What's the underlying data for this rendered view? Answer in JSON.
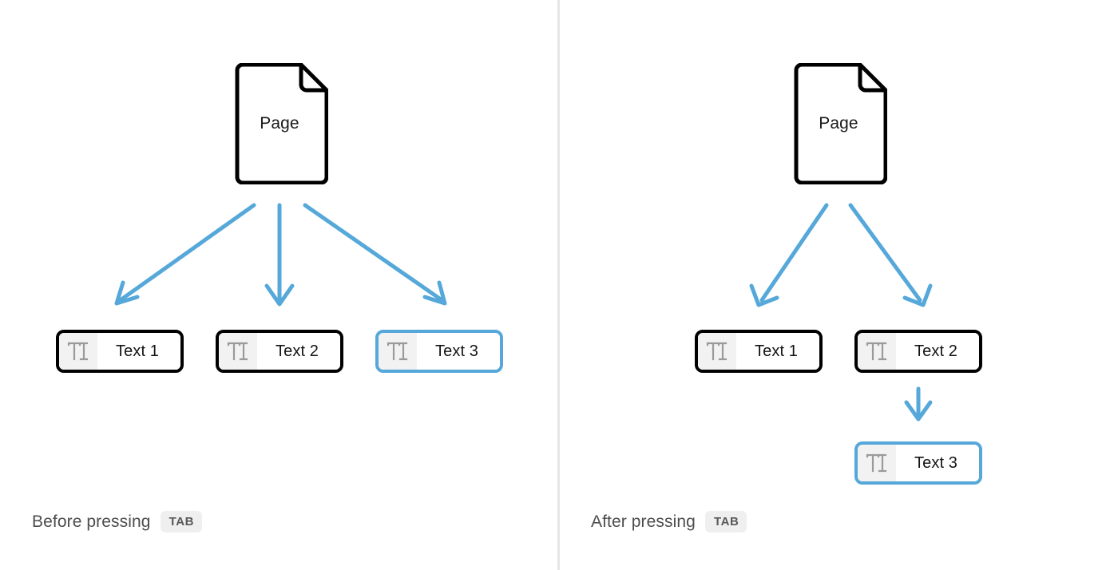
{
  "diagram": {
    "title_implied": "Tab key re-parenting of text nodes",
    "divider_color": "#e4e6e8",
    "arrow_color": "#55a8d9",
    "selected_border_color": "#55a8d9",
    "default_border_color": "#000000",
    "icon_chip_bg": "#f2f2f2"
  },
  "panels": [
    {
      "id": "before",
      "caption": {
        "text": "Before pressing",
        "key": "TAB"
      },
      "root": {
        "icon": "page-icon",
        "label": "Page"
      },
      "nodes": [
        {
          "id": "text-1",
          "icon": "text-cursor-icon",
          "label": "Text 1",
          "selected": false
        },
        {
          "id": "text-2",
          "icon": "text-cursor-icon",
          "label": "Text 2",
          "selected": false
        },
        {
          "id": "text-3",
          "icon": "text-cursor-icon",
          "label": "Text 3",
          "selected": true
        }
      ],
      "edges": [
        {
          "from": "Page",
          "to": "Text 1"
        },
        {
          "from": "Page",
          "to": "Text 2"
        },
        {
          "from": "Page",
          "to": "Text 3"
        }
      ]
    },
    {
      "id": "after",
      "caption": {
        "text": "After pressing",
        "key": "TAB"
      },
      "root": {
        "icon": "page-icon",
        "label": "Page"
      },
      "nodes": [
        {
          "id": "text-1",
          "icon": "text-cursor-icon",
          "label": "Text 1",
          "selected": false
        },
        {
          "id": "text-2",
          "icon": "text-cursor-icon",
          "label": "Text 2",
          "selected": false
        },
        {
          "id": "text-3",
          "icon": "text-cursor-icon",
          "label": "Text 3",
          "selected": true
        }
      ],
      "edges": [
        {
          "from": "Page",
          "to": "Text 1"
        },
        {
          "from": "Page",
          "to": "Text 2"
        },
        {
          "from": "Text 2",
          "to": "Text 3"
        }
      ]
    }
  ]
}
